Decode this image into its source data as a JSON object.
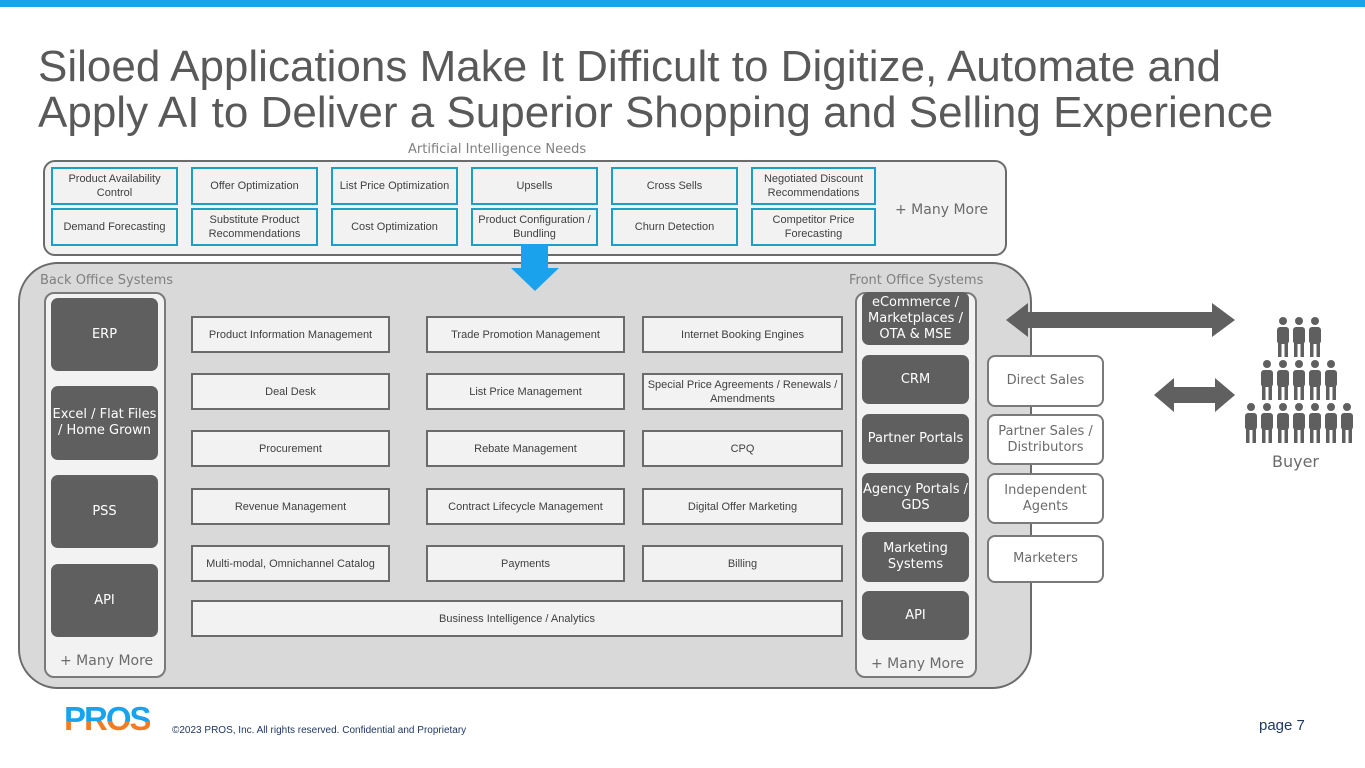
{
  "title": "Siloed Applications Make It Difficult to Digitize, Automate and Apply AI to Deliver a Superior Shopping and Selling Experience",
  "ai": {
    "label": "Artificial Intelligence Needs",
    "more": "+ Many More",
    "items": [
      "Product Availability Control",
      "Offer Optimization",
      "List Price Optimization",
      "Upsells",
      "Cross Sells",
      "Negotiated Discount Recommendations",
      "Demand Forecasting",
      "Substitute Product Recommendations",
      "Cost Optimization",
      "Product Configuration / Bundling",
      "Churn Detection",
      "Competitor Price Forecasting"
    ]
  },
  "back_office": {
    "label": "Back Office Systems",
    "items": [
      "ERP",
      "Excel / Flat Files / Home Grown",
      "PSS",
      "API"
    ],
    "more": "+ Many More"
  },
  "front_office": {
    "label": "Front Office Systems",
    "items": [
      "eCommerce / Marketplaces / OTA & MSE",
      "CRM",
      "Partner Portals",
      "Agency Portals / GDS",
      "Marketing Systems",
      "API"
    ],
    "more": "+ Many More"
  },
  "middle": [
    "Product Information Management",
    "Trade Promotion Management",
    "Internet Booking Engines",
    "Deal Desk",
    "List Price Management",
    "Special Price Agreements / Renewals / Amendments",
    "Procurement",
    "Rebate Management",
    "CPQ",
    "Revenue Management",
    "Contract Lifecycle Management",
    "Digital Offer Marketing",
    "Multi-modal, Omnichannel Catalog",
    "Payments",
    "Billing"
  ],
  "bi": "Business Intelligence / Analytics",
  "channels": [
    "Direct Sales",
    "Partner Sales / Distributors",
    "Independent Agents",
    "Marketers"
  ],
  "buyer": "Buyer",
  "footer": {
    "logo": "PROS",
    "copyright": "©2023 PROS, Inc. All rights reserved. Confidential and Proprietary",
    "page": "page 7"
  },
  "colors": {
    "accent": "#1aa3ec",
    "teal": "#1b9fc6",
    "dark": "#5f5f5f",
    "orange": "#f47b20"
  }
}
